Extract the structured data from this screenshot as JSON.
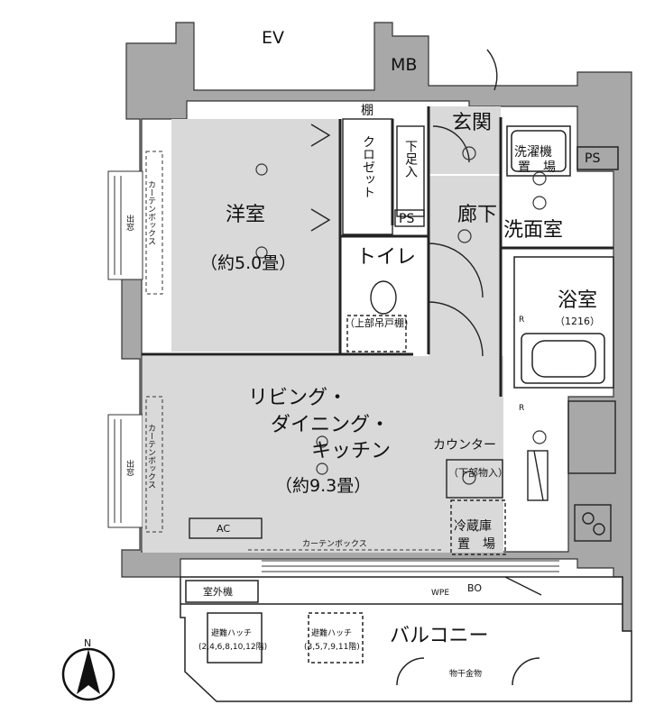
{
  "labels": {
    "ev": "EV",
    "mb": "MB",
    "tana": "棚",
    "genkan": "玄関",
    "closet": "クロゼット",
    "shoebox": "下足入",
    "ps_closet": "PS",
    "roka": "廊下",
    "washer": [
      "洗濯機",
      "置　場"
    ],
    "ps_right": "PS",
    "senmen": "洗面室",
    "yoshitsu": "洋室",
    "yoshitsu_size": "（約5.0畳）",
    "toilet": "トイレ",
    "toilet_shelf": "（上部吊戸棚）",
    "yokushitsu": "浴室",
    "yokushitsu_size": "（1216）",
    "living": [
      "リビング・",
      "ダイニング・",
      "キッチン"
    ],
    "living_size": "（約9.3畳）",
    "counter": "カウンター",
    "under_storage": "（下部物入）",
    "fridge": [
      "冷蔵庫",
      "置　場"
    ],
    "curtain_box_v": "カーテンボックス",
    "curtain_box_h": "カーテンボックス",
    "demado": "出窓",
    "ac": "AC",
    "outdoor_unit": "室外機",
    "wpe": "WPE",
    "bo": "BO",
    "balcony": "バルコニー",
    "hatch1": [
      "避難ハッチ",
      "(2,4,6,8,10,12階)"
    ],
    "hatch2": [
      "避難ハッチ",
      "(3,5,7,9,11階)"
    ],
    "monohoshi": "物干金物",
    "north": "N",
    "r": "R"
  }
}
